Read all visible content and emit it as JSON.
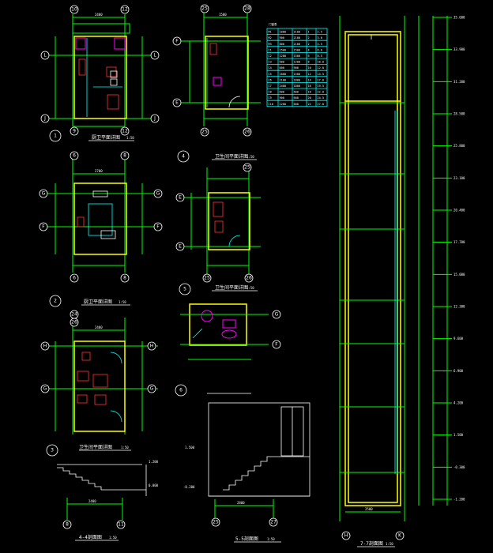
{
  "views": {
    "v1": {
      "number": "1",
      "caption": "厨卫平面详图",
      "scale": "1:50"
    },
    "v2": {
      "number": "2",
      "caption": "厨卫平面详图",
      "scale": "1:50"
    },
    "v3": {
      "number": "3",
      "caption": "卫生间平面详图",
      "scale": "1:50"
    },
    "v4": {
      "number": "4",
      "caption": "卫生间平面详图",
      "scale": "1:50"
    },
    "v5": {
      "number": "5",
      "caption": "卫生间平面详图",
      "scale": "1:50"
    },
    "v6": {
      "number": "6",
      "caption": "",
      "scale": ""
    },
    "s44": {
      "caption": "4-4剖面图",
      "scale": "1:50"
    },
    "s55": {
      "caption": "5-5剖面图",
      "scale": "1:50"
    },
    "s77": {
      "caption": "7-7剖面图",
      "scale": "1:50"
    }
  },
  "axes": {
    "v1_top": [
      "10",
      "12"
    ],
    "v1_bottom": [
      "9",
      "12"
    ],
    "v1_side": [
      "L",
      "J"
    ],
    "v4_top": [
      "25",
      "28"
    ],
    "v4_bottom": [
      "25",
      "26"
    ],
    "v4_side": [
      "F",
      "E"
    ],
    "v2_top": [
      "6",
      "8"
    ],
    "v2_bottom": [
      "6",
      "8"
    ],
    "v2_side": [
      "G",
      "F"
    ],
    "v5_top": [
      "25"
    ],
    "v5_bottom": [
      "25",
      "26"
    ],
    "v5_side": [
      "E",
      "E"
    ],
    "v6_side": [
      "G",
      "F"
    ],
    "v3_top": [
      "24",
      "26"
    ],
    "v3_side": [
      "H",
      "G"
    ],
    "s44_bottom": [
      "8",
      "11"
    ],
    "s55_bottom": [
      "25",
      "27"
    ],
    "s77_bottom": [
      "H",
      "K"
    ]
  },
  "dims": {
    "v1_w": "2400",
    "v2_w": "2700",
    "v3_w": "2400",
    "v4_w": "1500",
    "s44_w": "2400",
    "s55_w": "2800",
    "s77_w": "2500"
  },
  "table": {
    "title": "门窗表",
    "rows": [
      [
        "M1",
        "1000",
        "2100",
        "1",
        "2.5"
      ],
      [
        "M2",
        "900",
        "2100",
        "2",
        "3.0"
      ],
      [
        "M3",
        "800",
        "2100",
        "2",
        "4.5"
      ],
      [
        "C1",
        "1500",
        "1500",
        "4",
        "6.0"
      ],
      [
        "C2",
        "1200",
        "1500",
        "6",
        "8.5"
      ],
      [
        "C3",
        "900",
        "1200",
        "8",
        "10.0"
      ],
      [
        "C4",
        "600",
        "900",
        "10",
        "12.0"
      ],
      [
        "C5",
        "1800",
        "1500",
        "12",
        "14.5"
      ],
      [
        "C6",
        "2100",
        "1800",
        "14",
        "17.0"
      ],
      [
        "C7",
        "2400",
        "1800",
        "16",
        "19.5"
      ],
      [
        "C8",
        "600",
        "600",
        "18",
        "22.0"
      ],
      [
        "C9",
        "900",
        "600",
        "20",
        "24.5"
      ],
      [
        "C10",
        "1200",
        "600",
        "22",
        "27.0"
      ]
    ]
  },
  "elevations": {
    "right": [
      "35.600",
      "33.900",
      "31.200",
      "28.500",
      "25.800",
      "23.100",
      "20.400",
      "17.700",
      "15.000",
      "12.300",
      "9.600",
      "6.900",
      "4.200",
      "1.500",
      "-0.300",
      "-1.200"
    ]
  },
  "section_levels": {
    "s44": [
      "1.200",
      "0.000"
    ],
    "s55": [
      "1.500",
      "-0.200"
    ]
  },
  "colors": {
    "grid": "#00ff00",
    "wall": "#ffff00",
    "window": "#00ffff",
    "fixture": "#ff00ff",
    "equipment": "#ff3333",
    "bg": "#000000"
  }
}
